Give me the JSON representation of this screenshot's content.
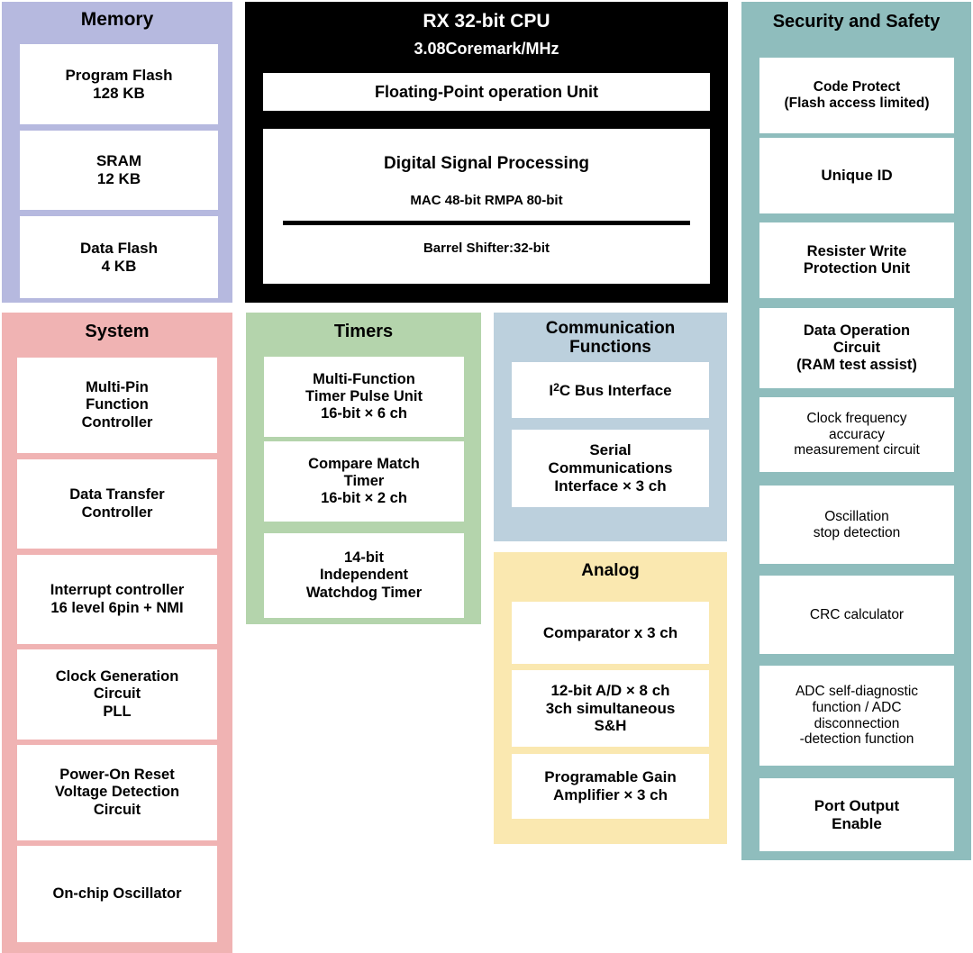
{
  "memory": {
    "title": "Memory",
    "color": "#b6b9df",
    "blocks": [
      "Program Flash\n128 KB",
      "SRAM\n12 KB",
      "Data Flash\n4 KB"
    ]
  },
  "cpu": {
    "title": "RX 32-bit CPU",
    "subtitle": "3.08Coremark/MHz",
    "color": "#000000",
    "fpu": "Floating-Point operation Unit",
    "dsp": {
      "title": "Digital Signal Processing",
      "sub": "MAC 48-bit  RMPA 80-bit",
      "barrel": "Barrel Shifter:32-bit"
    }
  },
  "security": {
    "title": "Security and Safety",
    "color": "#8fbdbd",
    "blocks": [
      "Code Protect\n(Flash access limited)",
      "Unique ID",
      "Resister Write\nProtection Unit",
      "Data Operation\nCircuit\n(RAM test assist)",
      "Clock frequency\naccuracy\nmeasurement circuit",
      "Oscillation\nstop detection",
      "CRC calculator",
      "ADC self-diagnostic\nfunction / ADC\ndisconnection\n-detection function",
      "Port Output\nEnable"
    ]
  },
  "system": {
    "title": "System",
    "color": "#f0b3b3",
    "blocks": [
      "Multi-Pin\nFunction\nController",
      "Data Transfer\nController",
      "Interrupt controller\n16 level 6pin + NMI",
      "Clock Generation\nCircuit\nPLL",
      "Power-On Reset\nVoltage Detection\nCircuit",
      "On-chip Oscillator"
    ]
  },
  "timers": {
    "title": "Timers",
    "color": "#b4d4ac",
    "blocks": [
      "Multi-Function\nTimer Pulse Unit\n16-bit × 6 ch",
      "Compare Match\nTimer\n16-bit × 2 ch",
      "14-bit\nIndependent\nWatchdog Timer"
    ]
  },
  "communication": {
    "title": "Communication\nFunctions",
    "color": "#bcd0dd",
    "blocks": [
      "I2C  Bus Interface",
      "Serial\nCommunications\nInterface × 3 ch"
    ]
  },
  "analog": {
    "title": "Analog",
    "color": "#fae8b0",
    "blocks": [
      "Comparator x 3 ch",
      "12-bit A/D × 8 ch\n3ch simultaneous\nS&H",
      "Programable Gain\nAmplifier × 3 ch"
    ]
  }
}
